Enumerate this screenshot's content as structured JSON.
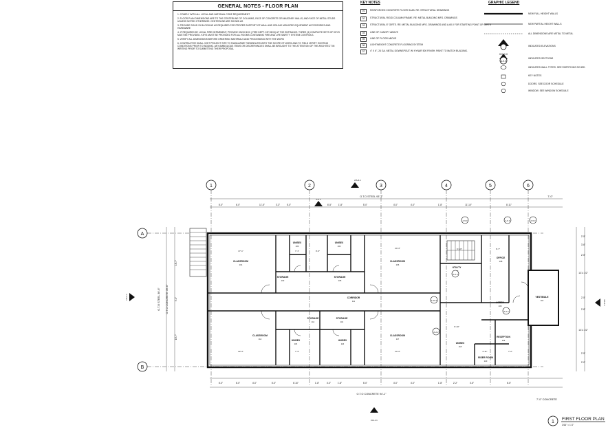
{
  "general_notes": {
    "title": "GENERAL NOTES - FLOOR PLAN",
    "items": [
      "1. COMPLY WITH ALL LOCAL AND NATIONAL CODE REQUIREMENT",
      "2. FLOOR PLAN DIMENSIONS ARE TO THE CENTERLINE OF COLUMNS, FACE OF CONCRETE OR MASONRY WALLS, AND FACE OF METAL STUDS UNLESS NOTED OTHERWISE. CENTERLINE ARE SHOWN AS",
      "3. PROVIDE SOLID 2X BLOCKING AS REQUIRED FOR PROPER SUPPORT OF WALL AND CEILING MOUNTED EQUIPMENT ACCESSORIES AND HARDWARE",
      "4. IF REQUIRED BY LOCAL FIRE DEPARMENT, PROVIDE KNOX BOX ( FIRE DEPT. KEY BOX) AT THE ENTRANCE. THREE (3) COMPLETE SETS OF KEYS MUST BE PROVIDED. KEYS MUST BE PROVIDED FOR ALL ROOMS CONTAINING FIRE AND LIFE SAFETY SYSTEM CONTROLS.",
      "5. VERIFY ALL DIMENSIONS BEFORE ORDERING MATERIALS AND PROCEEDING WITH THE WORK",
      "6. CONTRACTOR SHALL VISIT PROJECT SITE TO FAMILIARIZE THEMSELVES WITH THE SCOPE OF WORK AND TO FIELD VERIFY EXISTING CONDITIONS PRIOR TO BIDDING. ANY AMBIGUOUS ITEMS OR DISCREPANCIES SHALL BE BROUGHT TO THE ATTENTION OF THE ARCHITECT IN WRITING PRIOR TO SUBMITTING THEIR PROPOSAL"
    ]
  },
  "key_notes": {
    "title": "KEY NOTES",
    "items": [
      {
        "code": "01",
        "text": "REINFORCED CONCRETE FLOOR SLAB. RE: STRUCTURAL DRAWINGS"
      },
      {
        "code": "02",
        "text": "STRUCTURAL RIGID COLUMN FRAME. RE: METAL BUILDING MFG. DRAWINGS"
      },
      {
        "code": "03",
        "text": "STRUCTURAL 8\" GIRTS. RE: METAL BUILDING MFG. DRAWINGS AND A-60.0 FOR STARTING POINT OF GIRTS"
      },
      {
        "code": "04",
        "text": "LINE OF CANOPY ABOVE"
      },
      {
        "code": "05",
        "text": "LINE OF FLOOR ABOVE"
      },
      {
        "code": "06",
        "text": "LIGHTWEIGHT CONCRETE FLOORING SYSTEM"
      },
      {
        "code": "07",
        "text": "4\" x 6\", 24 GA. METAL DOWNSPOUT W/ KYNAR 500 FINISH. PAINT TO MATCH BUILDING."
      }
    ]
  },
  "graphic_legend": {
    "title": "GRAPHIC LEGEND",
    "items": [
      "NEW FULL HEIGHT WALLS",
      "NEW PARTIAL HEIGHT WALLS",
      "ALL DIMENSIONS ARE METAL TO METAL",
      "INDICATED ELEVATIONS",
      "INDICATED SECTIONS",
      "INDICATED WALL TYPES. SEE PARTITIONS SCHED.",
      "KEY NOTES",
      "DOORS. SEE DOOR SCHEDULE",
      "WINDOW. SEE WINDOW SCHEDULE"
    ],
    "symbol_elev": "X/X-X.X",
    "symbol_sect": "A-X.X"
  },
  "grid": {
    "columns": [
      "1",
      "2",
      "3",
      "4",
      "5",
      "6"
    ],
    "rows": [
      "A",
      "B"
    ]
  },
  "dimensions": {
    "top_overall": "O.T.O STEEL 93'-1\"",
    "bottom_overall": "O.T.O CONCRETE 94'-1\"",
    "left_overall": "O.T.O STEEL 38'-6\"",
    "left_overall_concrete": "O.T.O CONCRETE 39'-6\"",
    "top_right": "7'-0\"",
    "bottom_right": "7'-0\" CONCRETE",
    "top_row": [
      "6'-0\"",
      "6'-0\"",
      "11'-5\"",
      "3'-3\"",
      "5'-0\"",
      "2'-3\"",
      "6'-5\"",
      "1'-8\"",
      "5'-0\"",
      "4'-0\"",
      "4'-0\"",
      "1'-8\"",
      "11'-10\"",
      "8'-11\""
    ],
    "bottom_row": [
      "6'-0\"",
      "6'-0\"",
      "4'-0\"",
      "6'-0\"",
      "6'-10\"",
      "1'-8\"",
      "4'-0\"",
      "1'-8\"",
      "5'-0\"",
      "4'-0\"",
      "4'-0\"",
      "1'-8\"",
      "2'-2\"",
      "3'-5\"",
      "6'-5\""
    ],
    "left_col": [
      "18'-7\"",
      "9'-4\"",
      "18'-7\""
    ],
    "right_col": [
      "2'-5\"",
      "3'-6\"",
      "2'-5\"",
      "13'-4 1/2\"",
      "2'-5\"",
      "2'-8\"",
      "13'-4 1/2\"",
      "2'-5\"",
      "2'-0\""
    ]
  },
  "rooms": [
    {
      "name": "CLASSROOM",
      "num": "101"
    },
    {
      "name": "STORAGE",
      "num": "102"
    },
    {
      "name": "UNISEX",
      "num": "103"
    },
    {
      "name": "UNISEX",
      "num": "104"
    },
    {
      "name": "STORAGE",
      "num": "105"
    },
    {
      "name": "CLASSROOM",
      "num": "106"
    },
    {
      "name": "UTILITY",
      "num": "107"
    },
    {
      "name": "OFFICE",
      "num": "108"
    },
    {
      "name": "LOBBY",
      "num": "109"
    },
    {
      "name": "VESTIBULE",
      "num": "110"
    },
    {
      "name": "CORRIDOR",
      "num": "111"
    },
    {
      "name": "STORAGE",
      "num": "112"
    },
    {
      "name": "STORAGE",
      "num": "113"
    },
    {
      "name": "CLASSROOM",
      "num": "114"
    },
    {
      "name": "UNISEX",
      "num": "115"
    },
    {
      "name": "UNISEX",
      "num": "116"
    },
    {
      "name": "CLASSROOM",
      "num": "117"
    },
    {
      "name": "UNISEX",
      "num": "118"
    },
    {
      "name": "RECEPTION",
      "num": "119"
    },
    {
      "name": "RISER ROOM",
      "num": "120"
    }
  ],
  "room_dims": [
    "17'-1\"",
    "24'-4\"",
    "22'-3\"",
    "24'-3\"",
    "7'-1\"",
    "9'-6\"",
    "7'-3\"",
    "6'-10\"",
    "9'-7\"",
    "4'-11\"",
    "6'-10\"",
    "7'-2\""
  ],
  "sections": [
    "2/A-4.1",
    "A-4.1",
    "A-5.0",
    "A-5.0",
    "A-5.0",
    "A-2.3",
    "A-2.2",
    "A-19.0",
    "A-2.2",
    "2/A-1.1",
    "3/A-4.1",
    "1/A-4.1"
  ],
  "title_block": {
    "number": "1",
    "title": "FIRST FLOOR PLAN",
    "scale": "3/16\" = 1'-0\""
  }
}
